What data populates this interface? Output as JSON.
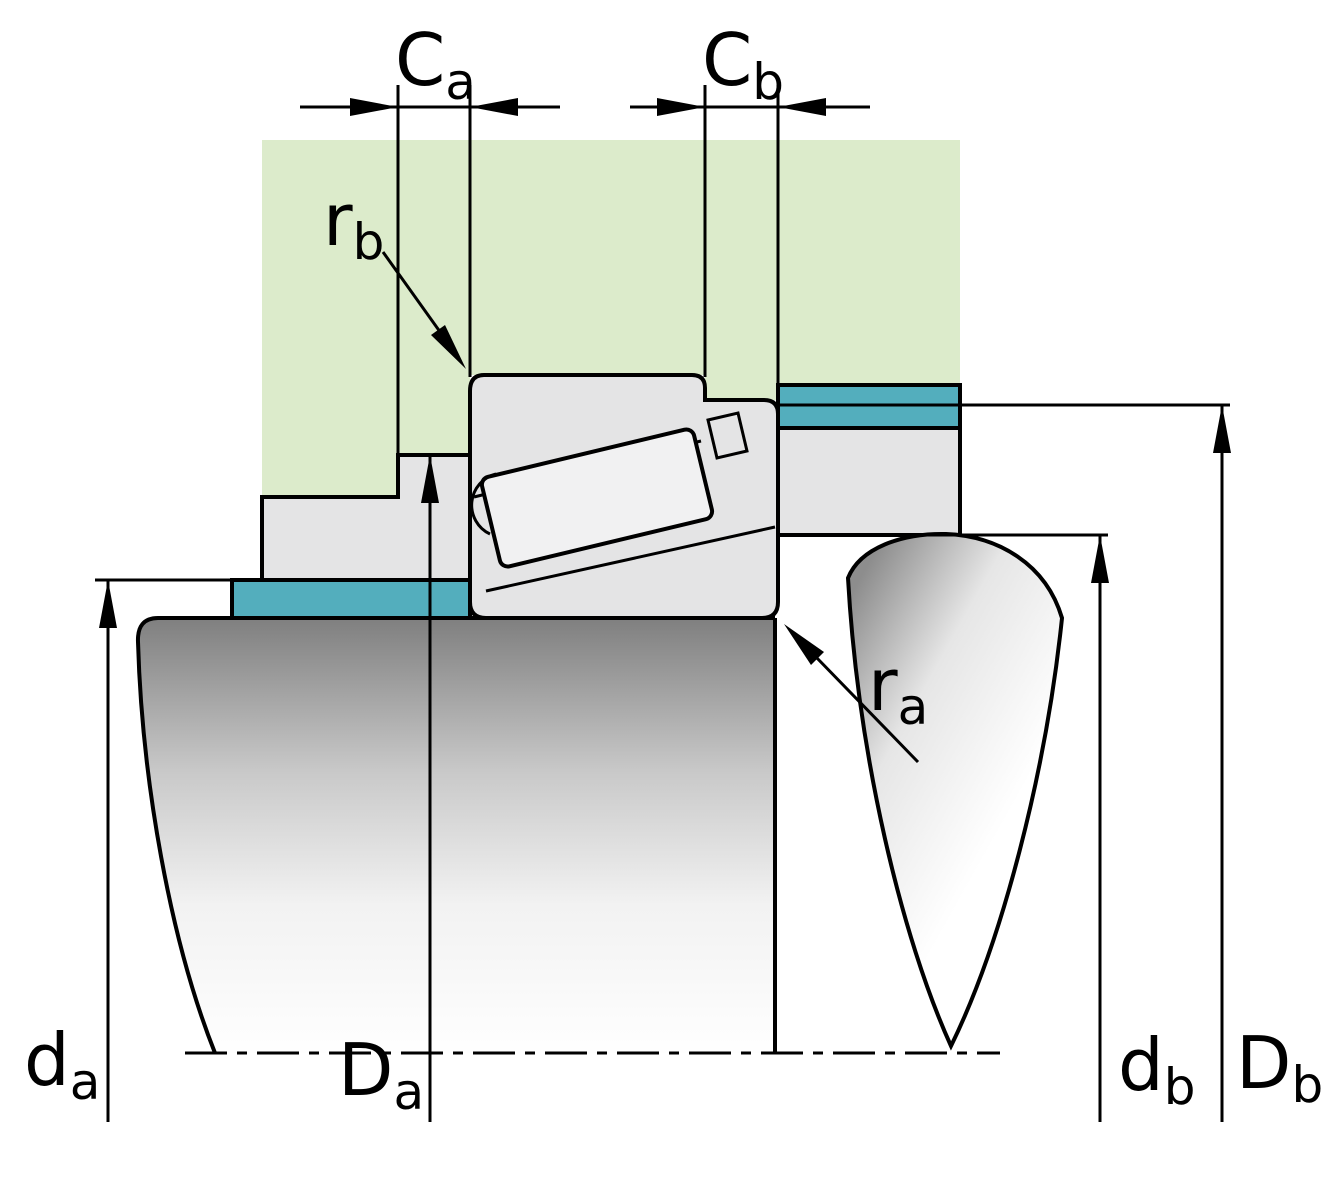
{
  "diagram": {
    "labels": {
      "Ca": {
        "main": "C",
        "sub": "a"
      },
      "Cb": {
        "main": "C",
        "sub": "b"
      },
      "rb": {
        "main": "r",
        "sub": "b"
      },
      "ra": {
        "main": "r",
        "sub": "a"
      },
      "da": {
        "main": "d",
        "sub": "a"
      },
      "Da": {
        "main": "D",
        "sub": "a"
      },
      "db": {
        "main": "d",
        "sub": "b"
      },
      "Db": {
        "main": "D",
        "sub": "b"
      }
    },
    "colors": {
      "housing_green": "#dcebcb",
      "shoulder_teal": "#53aebd",
      "part_gray": "#e4e4e5",
      "roller_gray": "#f1f1f2"
    }
  }
}
